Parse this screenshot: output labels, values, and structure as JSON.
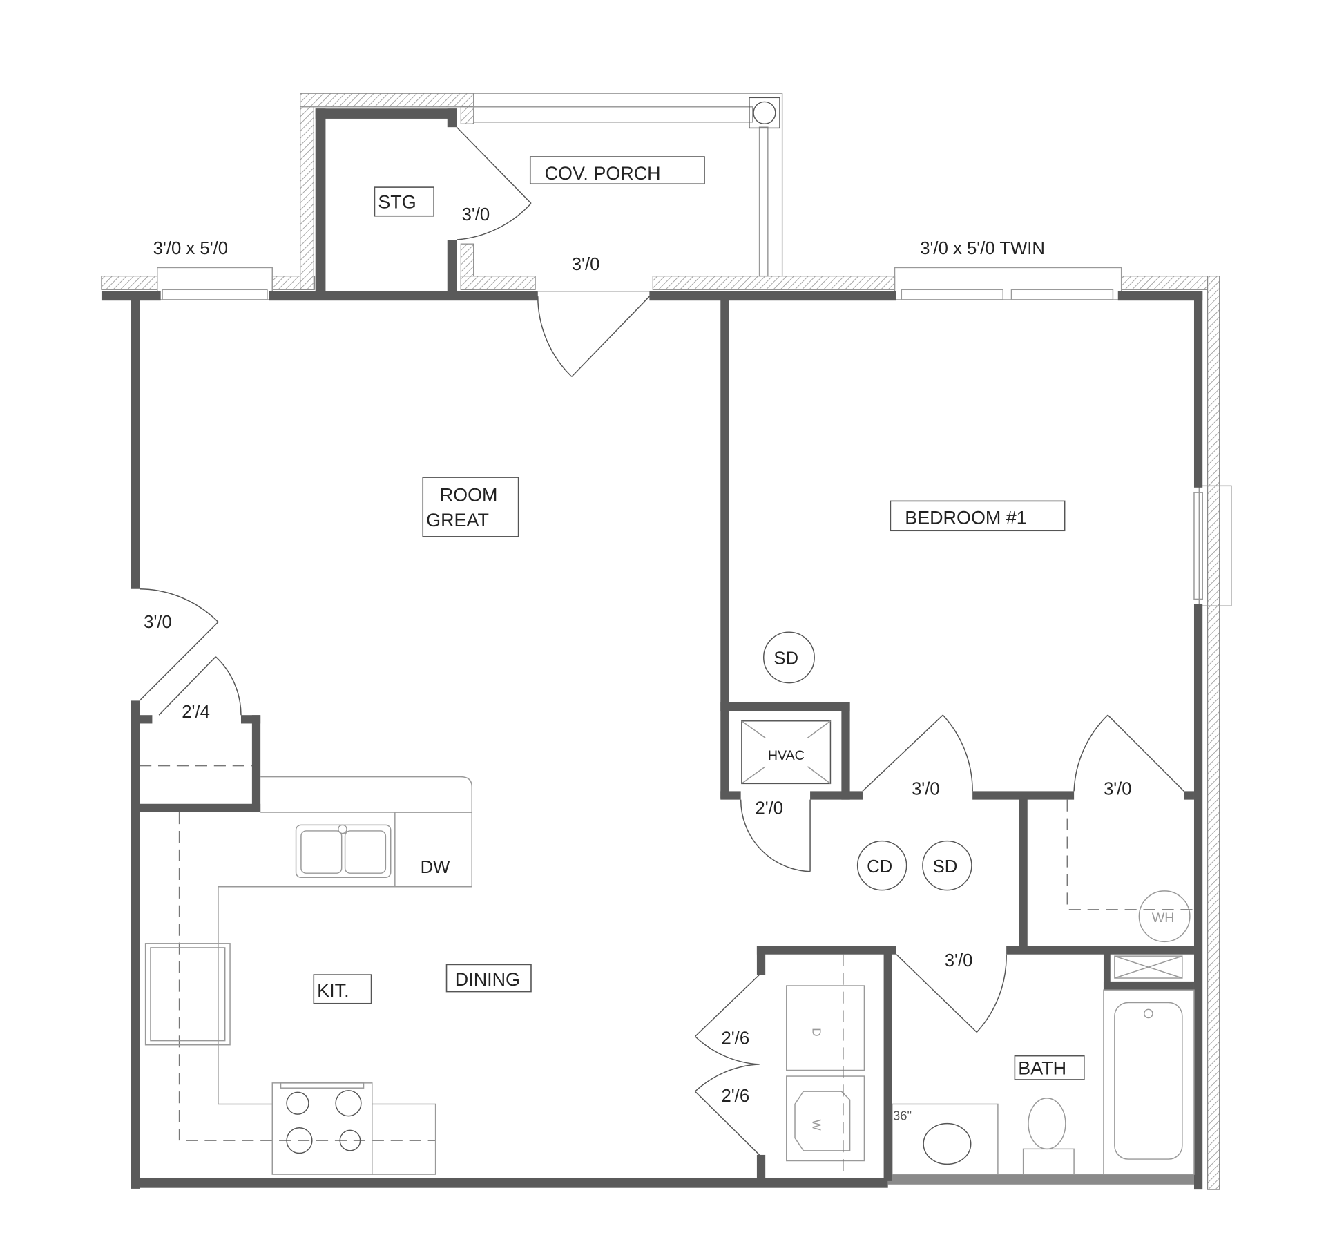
{
  "rooms": {
    "porch": "COV. PORCH",
    "storage": "STG",
    "great_room_line1": "ROOM",
    "great_room_line2": "GREAT",
    "bedroom": "BEDROOM #1",
    "kitchen": "KIT.",
    "dining": "DINING",
    "bath": "BATH",
    "hvac": "HVAC"
  },
  "windows": {
    "left": "3'/0 x 5'/0",
    "right": "3'/0 x 5'/0 TWIN"
  },
  "doors": {
    "storage": "3'/0",
    "entry": "3'/0",
    "side_entry": "3'/0",
    "pantry": "2'/4",
    "hvac": "2'/0",
    "bedroom": "3'/0",
    "closet": "3'/0",
    "bath": "3'/0",
    "laundry_upper": "2'/6",
    "laundry_lower": "2'/6"
  },
  "fixtures": {
    "smoke_detector_bedroom": "SD",
    "carbon_detector": "CD",
    "smoke_detector_hall": "SD",
    "dishwasher": "DW",
    "water_heater": "WH",
    "vanity_width": "36\"",
    "dryer": "D",
    "washer": "W"
  },
  "colors": {
    "wall": "#5a5a5a",
    "line": "#555555"
  }
}
